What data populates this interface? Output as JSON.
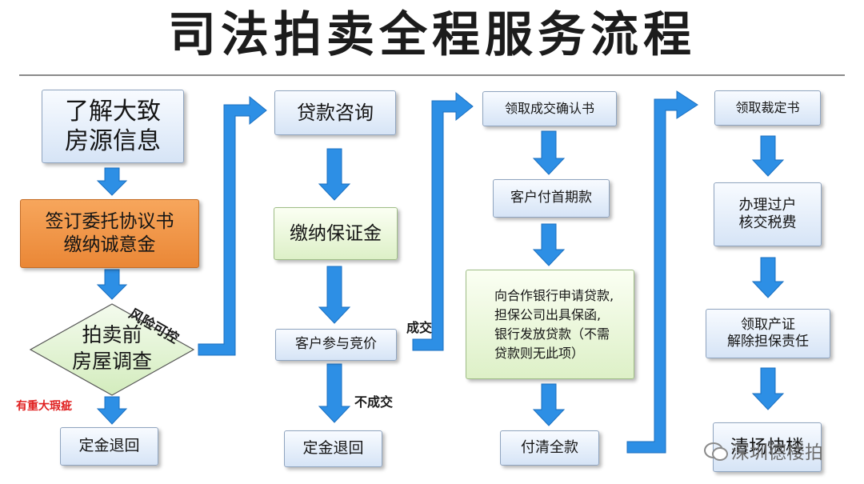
{
  "title": "司法拍卖全程服务流程",
  "col1": {
    "step1": "了解大致\n房源信息",
    "step2": "签订委托协议书\n缴纳诚意金",
    "step3": "拍卖前\n房屋调查",
    "step4": "定金退回",
    "label_risk": "风险可控",
    "label_major": "有重大瑕疵"
  },
  "col2": {
    "step1": "贷款咨询",
    "step2": "缴纳保证金",
    "step3": "客户参与竞价",
    "step4": "定金退回",
    "label_deal": "成交",
    "label_nodeal": "不成交"
  },
  "col3": {
    "step1": "领取成交确认书",
    "step2": "客户付首期款",
    "step3": "向合作银行申请贷款,\n担保公司出具保函,\n银行发放贷款（不需\n贷款则无此项）",
    "step4": "付清全款"
  },
  "col4": {
    "step1": "领取裁定书",
    "step2": "办理过户\n核交税费",
    "step3": "领取产证\n解除担保责任",
    "step4": "清场快楼"
  },
  "watermark": "深圳德楼拍",
  "colors": {
    "arrow": "#2d8fe5",
    "box_blue": "#d6e4f6",
    "box_green": "#ddf0c7",
    "box_orange": "#ea8736",
    "diamond": "#e3f3d3"
  }
}
